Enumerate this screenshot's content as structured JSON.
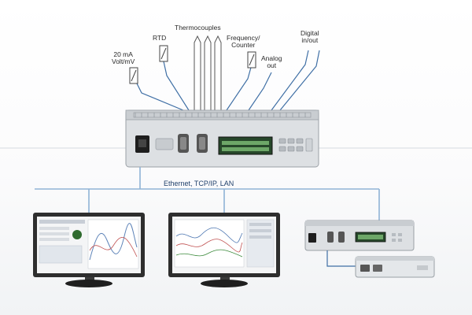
{
  "labels": {
    "current_voltage": [
      "20 mA",
      "Volt/mV"
    ],
    "rtd": "RTD",
    "thermocouples": "Thermocouples",
    "frequency_counter": [
      "Frequency/",
      "Counter"
    ],
    "analog_out": [
      "Analog",
      "out"
    ],
    "digital_inout": [
      "Digital",
      "in/out"
    ],
    "network": "Ethernet, TCP/IP, LAN"
  },
  "icons": {
    "sensor": "sensor-probe-icon",
    "thermocouple": "thermocouple-probe-icon",
    "logger": "data-logger-icon",
    "monitor": "monitor-icon",
    "module": "expansion-module-icon"
  },
  "colors": {
    "connection_line": "#3f6fa5",
    "network_bus": "#8fb3d6",
    "device_body": "#dde0e3",
    "lcd": "#26472a",
    "monitor_bezel": "#2e2e2e"
  }
}
